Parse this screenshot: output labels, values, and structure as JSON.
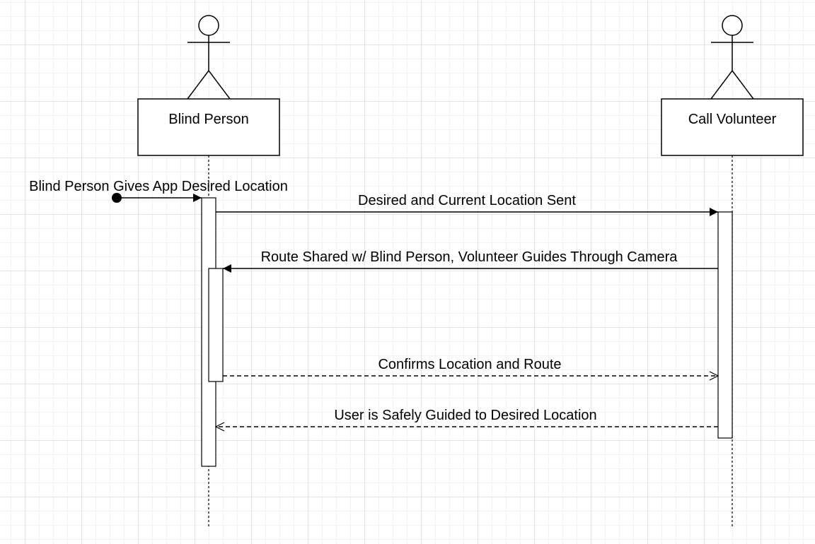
{
  "actors": [
    {
      "id": "blind",
      "label": "Blind Person"
    },
    {
      "id": "volunteer",
      "label": "Call Volunteer"
    }
  ],
  "messages": [
    {
      "id": "m0",
      "label": "Blind Person Gives App Desired Location",
      "type": "found"
    },
    {
      "id": "m1",
      "label": "Desired and Current Location Sent",
      "type": "sync"
    },
    {
      "id": "m2",
      "label": "Route Shared w/ Blind Person, Volunteer Guides Through Camera",
      "type": "sync"
    },
    {
      "id": "m3",
      "label": "Confirms Location and Route",
      "type": "reply"
    },
    {
      "id": "m4",
      "label": "User is Safely Guided to Desired Location",
      "type": "reply"
    }
  ]
}
